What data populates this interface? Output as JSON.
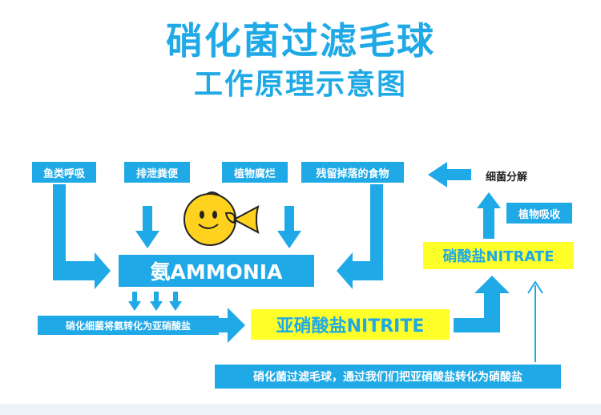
{
  "title": "硝化菌过滤毛球",
  "subtitle": "工作原理示意图",
  "sources": [
    "鱼类呼吸",
    "排泄粪便",
    "植物腐烂",
    "残留掉落的食物"
  ],
  "bacteria_decompose": "细菌分解",
  "plant_absorb": "植物吸收",
  "ammonia": "氨AMMONIA",
  "nitrification_note": "硝化细菌将氨转化为亚硝酸盐",
  "nitrite": "亚硝酸盐NITRITE",
  "nitrate": "硝酸盐NITRATE",
  "bottom_note": "硝化菌过滤毛球，通过我们们把亚硝酸盐转化为硝酸盐",
  "colors": {
    "primary_blue": "#1fa9e6",
    "highlight_yellow": "#ffff2a",
    "fish_yellow": "#ffd21f"
  }
}
